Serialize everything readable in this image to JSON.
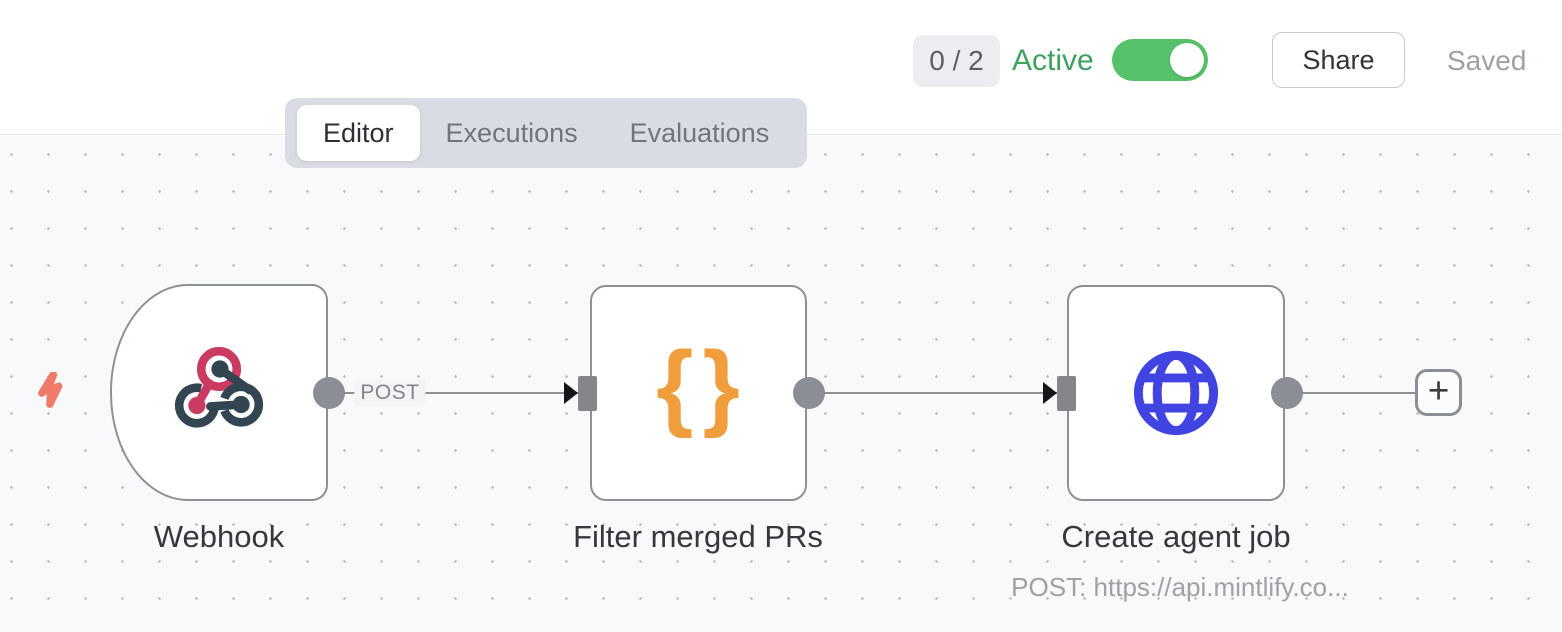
{
  "topbar": {
    "counter": "0 / 2",
    "active_label": "Active",
    "active_state": "on",
    "share_label": "Share",
    "saved_status": "Saved"
  },
  "tabs": {
    "editor": "Editor",
    "executions": "Executions",
    "evaluations": "Evaluations",
    "selected": "Editor"
  },
  "canvas": {
    "nodes": [
      {
        "title": "Webhook",
        "type": "webhook-trigger",
        "output_label": "POST"
      },
      {
        "title": "Filter merged PRs",
        "type": "code",
        "icon_glyph": "{}"
      },
      {
        "title": "Create agent job",
        "type": "http-request",
        "subtitle": "POST: https://api.mintlify.co..."
      }
    ],
    "add_node_label": "+"
  },
  "colors": {
    "toggle_green": "#55c168",
    "active_text_green": "#3da15f",
    "node_border_gray": "#8e9096",
    "webhook_pink": "#cb3a61",
    "webhook_slate": "#344552",
    "code_orange": "#f09d3d",
    "http_blue": "#4244e2",
    "trigger_bolt_coral": "#ef7a67",
    "canvas_bg": "#f8f9fb"
  }
}
